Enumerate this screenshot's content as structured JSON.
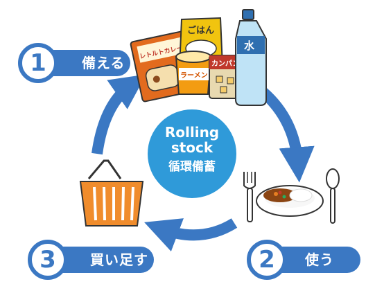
{
  "center": {
    "line1": "Rolling",
    "line2": "stock",
    "line3": "循環備蓄"
  },
  "steps": [
    {
      "number": "1",
      "label": "備える"
    },
    {
      "number": "2",
      "label": "使う"
    },
    {
      "number": "3",
      "label": "買い足す"
    }
  ],
  "items": {
    "retort_curry": "レトルトカレー",
    "rice": "ごはん",
    "ramen": "ラーメン",
    "kanpan": "カンパン",
    "water": "水"
  },
  "colors": {
    "accent": "#3b78c3",
    "center": "#2f9ad9",
    "basket": "#f08c2c"
  }
}
